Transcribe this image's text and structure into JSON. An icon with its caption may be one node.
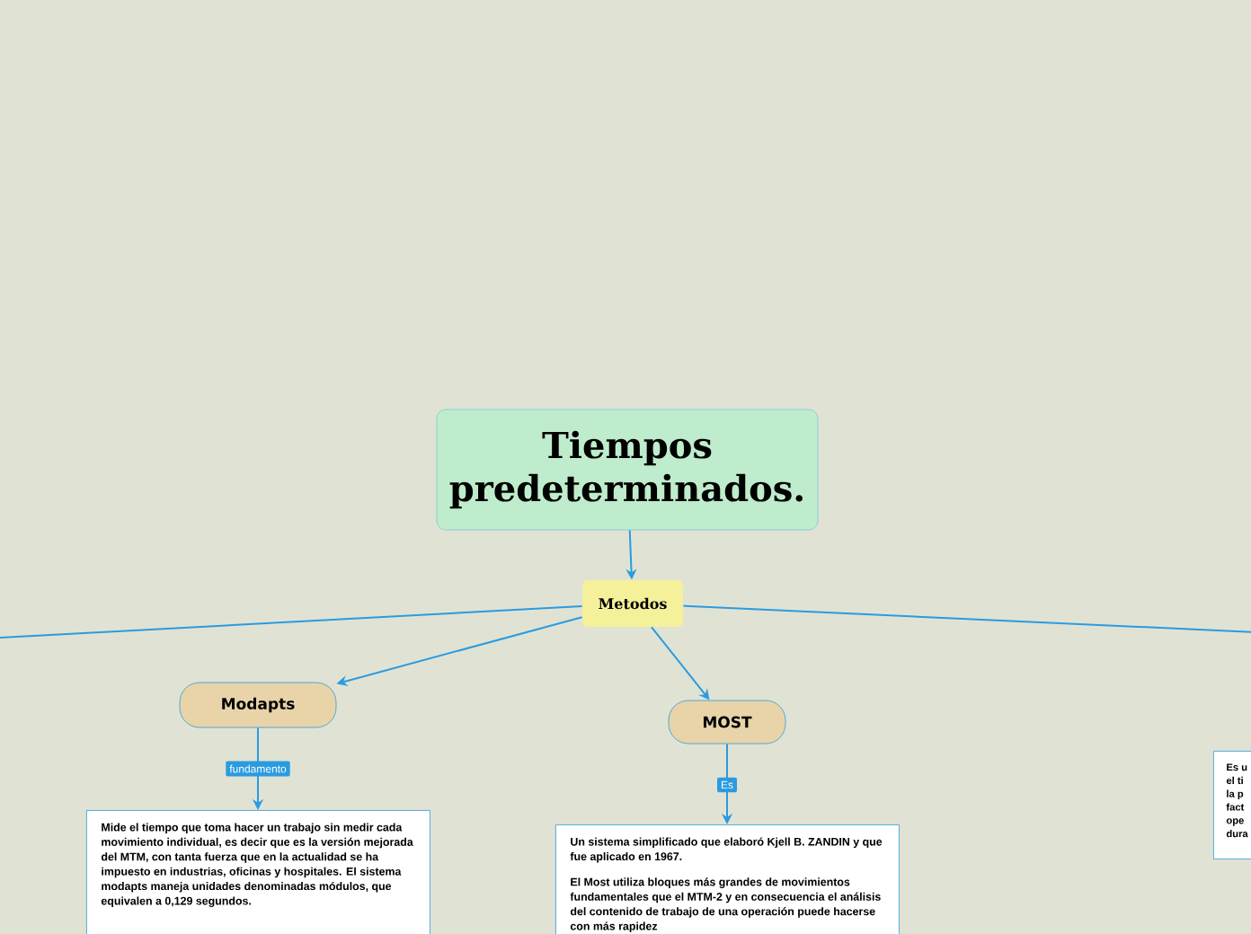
{
  "diagram": {
    "nodes": [
      {
        "text": [
          "Tiempos predeterminados."
        ]
      },
      {
        "text": [
          "Metodos"
        ]
      },
      {
        "text": [
          "Modapts"
        ]
      },
      {
        "text": [
          "MOST"
        ]
      },
      {
        "text": [
          "Mide el tiempo que toma hacer un trabajo sin medir cada movimiento individual, es decir que es la versión mejorada del MTM, con tanta fuerza que en la actualidad se ha impuesto en industrias, oficinas y hospitales. El sistema modapts maneja unidades denominadas módulos, que equivalen a 0,129 segundos."
        ]
      },
      {
        "text": [
          "Un sistema simplificado que elaboró Kjell B. ZANDIN y que fue aplicado en 1967.",
          "El Most utiliza bloques más grandes de movimientos fundamentales que el MTM-2 y en consecuencia el análisis del contenido de trabajo de una operación puede hacerse con más rapidez"
        ]
      },
      {
        "text": [
          "Es u el ti la p fact ope dura"
        ]
      }
    ],
    "edges": [
      {
        "from": 0,
        "to": 1,
        "arrow": "to"
      },
      {
        "from": 1,
        "to": null,
        "arrow": "none"
      },
      {
        "from": 1,
        "to": null,
        "arrow": "none"
      },
      {
        "from": 1,
        "to": 2,
        "arrow": "to"
      },
      {
        "from": 1,
        "to": 3,
        "arrow": "to"
      },
      {
        "from": 2,
        "to": 4,
        "label": "fundamento",
        "arrow": "to"
      },
      {
        "from": 3,
        "to": 5,
        "label": "Es",
        "arrow": "to"
      }
    ]
  }
}
